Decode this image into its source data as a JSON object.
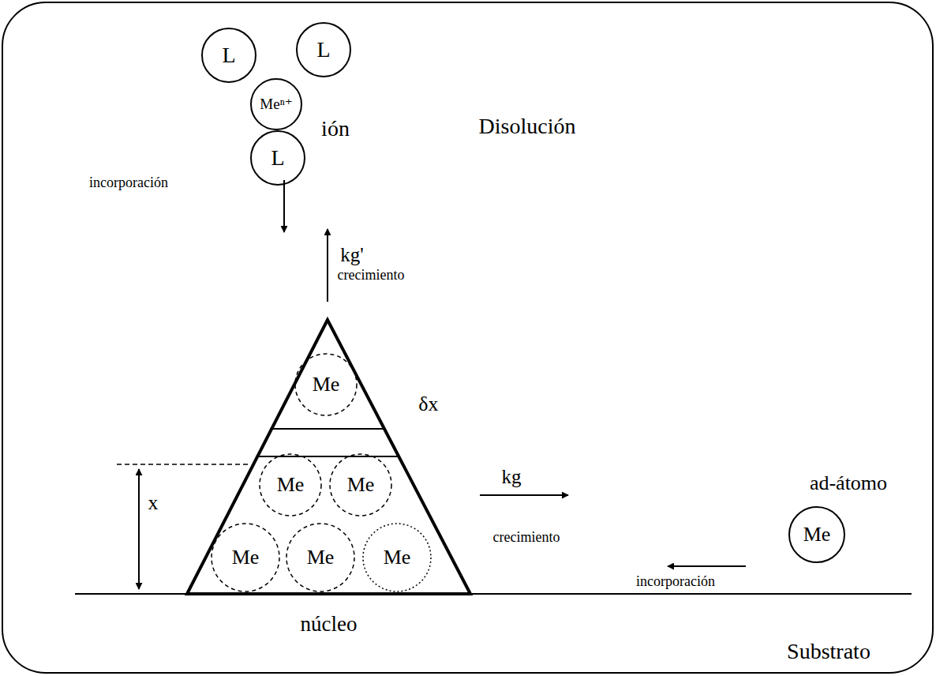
{
  "diagram": {
    "nodes": [
      {
        "text": [
          "L"
        ]
      },
      {
        "text": [
          "L"
        ]
      },
      {
        "text": [
          "Meⁿ⁺"
        ]
      },
      {
        "text": [
          "L"
        ]
      },
      {
        "text": [
          "núcleo"
        ]
      },
      {
        "text": [
          "Me"
        ],
        "in": 4
      },
      {
        "text": [
          "Me"
        ],
        "in": 4
      },
      {
        "text": [
          "Me"
        ],
        "in": 4
      },
      {
        "text": [
          "Me"
        ],
        "in": 4
      },
      {
        "text": [
          "Me"
        ],
        "in": 4
      },
      {
        "text": [
          "Me"
        ],
        "in": 4
      },
      {
        "text": [
          "Me"
        ]
      }
    ],
    "labels": [
      "ión",
      "Disolución",
      "incorporación",
      "kg'",
      "crecimiento",
      "δx",
      "x",
      "kg",
      "crecimiento",
      "ad-átomo",
      "incorporación",
      "Substrato"
    ]
  }
}
